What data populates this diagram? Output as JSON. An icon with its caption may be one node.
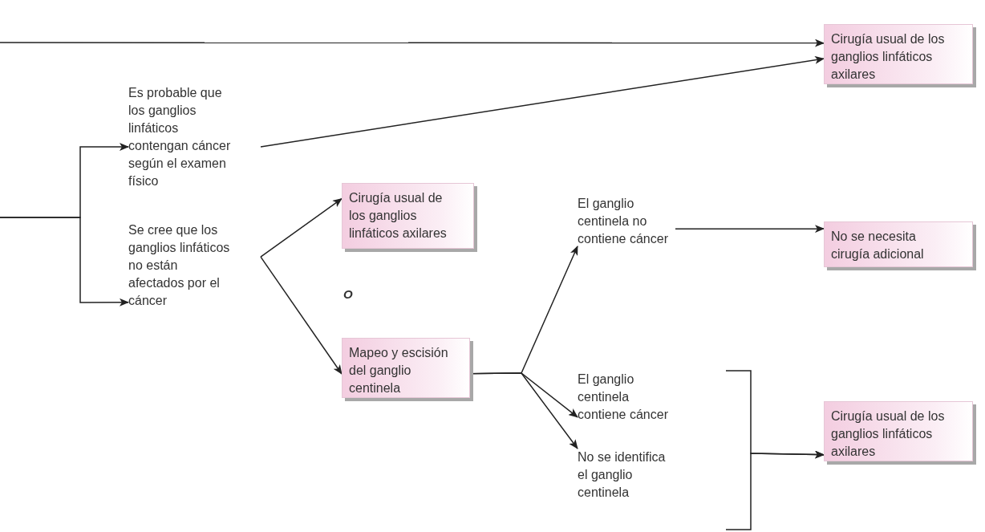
{
  "diagram": {
    "nodes": [
      {
        "text": [
          "Cirugía usual de los ganglios linfáticos axilares"
        ]
      },
      {
        "text": [
          "Es probable que los ganglios linfáticos contengan cáncer según el examen físico"
        ]
      },
      {
        "text": [
          "Se cree que los ganglios linfáticos no están afectados por el cáncer"
        ]
      },
      {
        "text": [
          "Cirugía usual de los ganglios linfáticos axilares"
        ]
      },
      {
        "text": [
          "Mapeo y escisión del ganglio centinela"
        ]
      },
      {
        "text": [
          "El ganglio centinela no contiene cáncer"
        ]
      },
      {
        "text": [
          "No se necesita cirugía adicional"
        ]
      },
      {
        "text": [
          "El ganglio centinela contiene cáncer"
        ]
      },
      {
        "text": [
          "No se identifica el ganglio centinela"
        ]
      },
      {
        "text": [
          "Cirugía usual de los ganglios linfáticos axilares"
        ]
      }
    ],
    "edges": [
      {
        "from": null,
        "to": 0,
        "arrow": "to"
      },
      {
        "from": 1,
        "to": 0,
        "arrow": "to"
      },
      {
        "from": null,
        "to": 1,
        "arrow": "to"
      },
      {
        "from": null,
        "to": 2,
        "arrow": "to"
      },
      {
        "from": 2,
        "to": 3,
        "arrow": "to"
      },
      {
        "from": 2,
        "to": 4,
        "arrow": "to"
      },
      {
        "from": 4,
        "to": 5,
        "arrow": "to"
      },
      {
        "from": 4,
        "to": 7,
        "arrow": "to"
      },
      {
        "from": 4,
        "to": 8,
        "arrow": "to"
      },
      {
        "from": 5,
        "to": 6,
        "arrow": "to"
      },
      {
        "from": 7,
        "to": 9,
        "arrow": "to"
      },
      {
        "from": 8,
        "to": 9,
        "arrow": "to"
      }
    ],
    "labels": [
      "O"
    ]
  }
}
